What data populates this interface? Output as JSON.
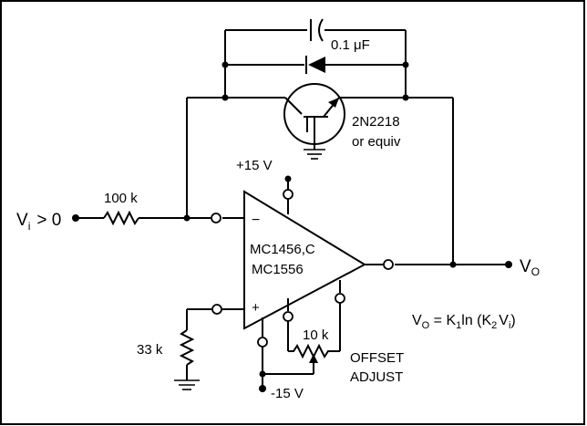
{
  "labels": {
    "input_v": "V",
    "input_sub": "i",
    "input_cond": "> 0",
    "r_input": "100 k",
    "cap": "0.1 μF",
    "transistor": "2N2218",
    "transistor_note": "or equiv",
    "supply_pos": "+15 V",
    "supply_neg": "-15 V",
    "opamp_line1": "MC1456,C",
    "opamp_line2": "MC1556",
    "minus": "−",
    "plus": "+",
    "r_ground": "33 k",
    "r_offset": "10 k",
    "offset_line1": "OFFSET",
    "offset_line2": "ADJUST",
    "output_v": "V",
    "output_sub": "O",
    "eq_lhs_v": "V",
    "eq_lhs_sub": "O",
    "eq_mid": " = K",
    "eq_k1_sub": "1",
    "eq_ln": "ln (K",
    "eq_k2_sub": "2",
    "eq_vi": "V",
    "eq_vi_sub": "i",
    "eq_close": ")"
  }
}
